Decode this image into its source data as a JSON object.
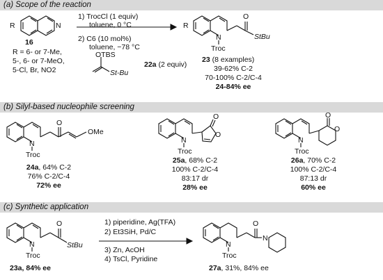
{
  "panels": {
    "a": "(a) Scope of the reaction",
    "b": "(b) Silyl-based nucleophile screening",
    "c": "(c) Synthetic application"
  },
  "scheme_a": {
    "step1": "1) TrocCl (1 equiv)",
    "step1_cond": "toluene, 0 °C",
    "step2": "2) C6 (10 mol%)",
    "step2_cond": "toluene, −78 °C",
    "reagent_otbs": "OTBS",
    "reagent_stbu": "St-Bu",
    "reagent_label": "22a",
    "reagent_equiv": " (2 equiv)",
    "sm_number": "16",
    "sm_r_line1": "R = 6- or 7-Me,",
    "sm_r_line2": "5-, 6- or 7-MeO,",
    "sm_r_line3": "5-Cl, Br, NO2",
    "product_number": "23",
    "product_examples": " (8 examples)",
    "product_c2": "39-62% C-2",
    "product_c2c4": "70-100% C-2/C-4",
    "product_ee": "24-84% ee",
    "r_label": "R",
    "n_label": "N",
    "troc_label": "Troc",
    "o_label": "O",
    "stbu_label": "StBu"
  },
  "scheme_b": {
    "cmpd1": {
      "id": "24a",
      "line1": ", 64% C-2",
      "line2": "76% C-2/C-4",
      "line3": "72% ee",
      "ome": "OMe"
    },
    "cmpd2": {
      "id": "25a",
      "line1": ", 68% C-2",
      "line2": "100% C-2/C-4",
      "line3": "83:17 dr",
      "line4": "28% ee"
    },
    "cmpd3": {
      "id": "26a",
      "line1": ", 70% C-2",
      "line2": "100% C-2/C-4",
      "line3": "87:13 dr",
      "line4": "60% ee"
    }
  },
  "scheme_c": {
    "sm_id": "23a",
    "sm_ee": ", 84% ee",
    "step1": "1) piperidine, Ag(TFA)",
    "step2": "2) Et3SiH, Pd/C",
    "step3": "3) Zn, AcOH",
    "step4": "4) TsCl, Pyridine",
    "product_id": "27a",
    "product_yield": ", 31%, 84% ee"
  }
}
